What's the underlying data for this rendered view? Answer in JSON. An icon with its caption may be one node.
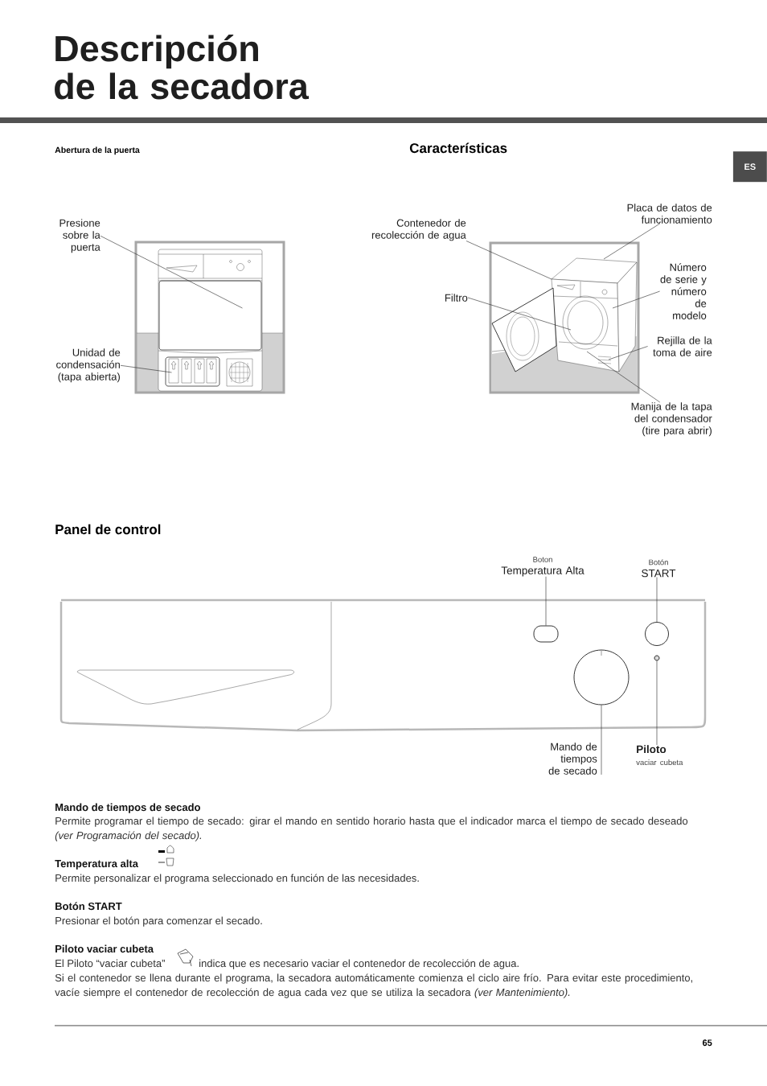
{
  "diagram": {
    "title": "Descripción de la secadora",
    "nodes": [
      {
        "text": [
          "Presione sobre la puerta"
        ]
      },
      {
        "text": [
          "Unidad de condensación (tapa abierta)"
        ]
      },
      {
        "text": [
          "Placa de datos de funcionamiento"
        ]
      },
      {
        "text": [
          "Contenedor de recolección de agua"
        ]
      },
      {
        "text": [
          "Número de serie y número de modelo"
        ]
      },
      {
        "text": [
          "Filtro"
        ]
      },
      {
        "text": [
          "Rejilla de la toma de aire"
        ]
      },
      {
        "text": [
          "Manija de la tapa del condensador (tire para abrir)"
        ]
      },
      {
        "text": [
          "Boton",
          "Temperatura Alta"
        ]
      },
      {
        "text": [
          "Botón",
          "START"
        ]
      },
      {
        "text": [],
        "shape": "box"
      },
      {
        "text": [],
        "shape": "circle"
      },
      {
        "text": [],
        "shape": "circle"
      },
      {
        "text": [],
        "shape": "circle"
      },
      {
        "text": [
          "Mando de tiempos de secado"
        ]
      },
      {
        "text": [
          "Piloto",
          "vaciar cubeta"
        ]
      },
      {
        "text": [],
        "shape": "box"
      },
      {
        "text": [],
        "shape": "box"
      }
    ],
    "edges": [
      {
        "from": 0,
        "to": 16,
        "arrow": "none"
      },
      {
        "from": 1,
        "to": 17,
        "arrow": "none"
      },
      {
        "from": 3,
        "to": null,
        "arrow": "none"
      },
      {
        "from": 5,
        "to": null,
        "arrow": "none"
      },
      {
        "from": 2,
        "to": null,
        "arrow": "none"
      },
      {
        "from": 4,
        "to": null,
        "arrow": "none"
      },
      {
        "from": 6,
        "to": null,
        "arrow": "none"
      },
      {
        "from": 7,
        "to": null,
        "arrow": "none"
      },
      {
        "from": 8,
        "to": 10,
        "arrow": "none"
      },
      {
        "from": 9,
        "to": 11,
        "arrow": "none"
      },
      {
        "from": 14,
        "to": 12,
        "arrow": "none"
      },
      {
        "from": 15,
        "to": 13,
        "arrow": "none"
      }
    ],
    "labels": [
      "Abertura de la puerta",
      "Características",
      "ES",
      "Panel de control",
      "Mando de tiempos de secado",
      "Permite programar el tiempo de secado: girar el mando en sentido horario hasta que el indicador marca el tiempo de secado deseado *(ver Programación del secado).*",
      "Temperatura alta",
      "Permite personalizar el programa seleccionado en función de las necesidades.",
      "Botón START",
      "Presionar el botón para comenzar el secado.",
      "Piloto vaciar cubeta",
      "El Piloto “vaciar cubeta”",
      "indica que es necesario vaciar el contenedor de recolección de agua.",
      "Si el contenedor se llena durante el programa, la secadora automáticamente comienza el ciclo aire frío. Para evitar este procedimiento, vacíe siempre el contenedor de recolección de agua cada vez que se utiliza la secadora *(ver Mantenimiento).*",
      "65"
    ]
  }
}
